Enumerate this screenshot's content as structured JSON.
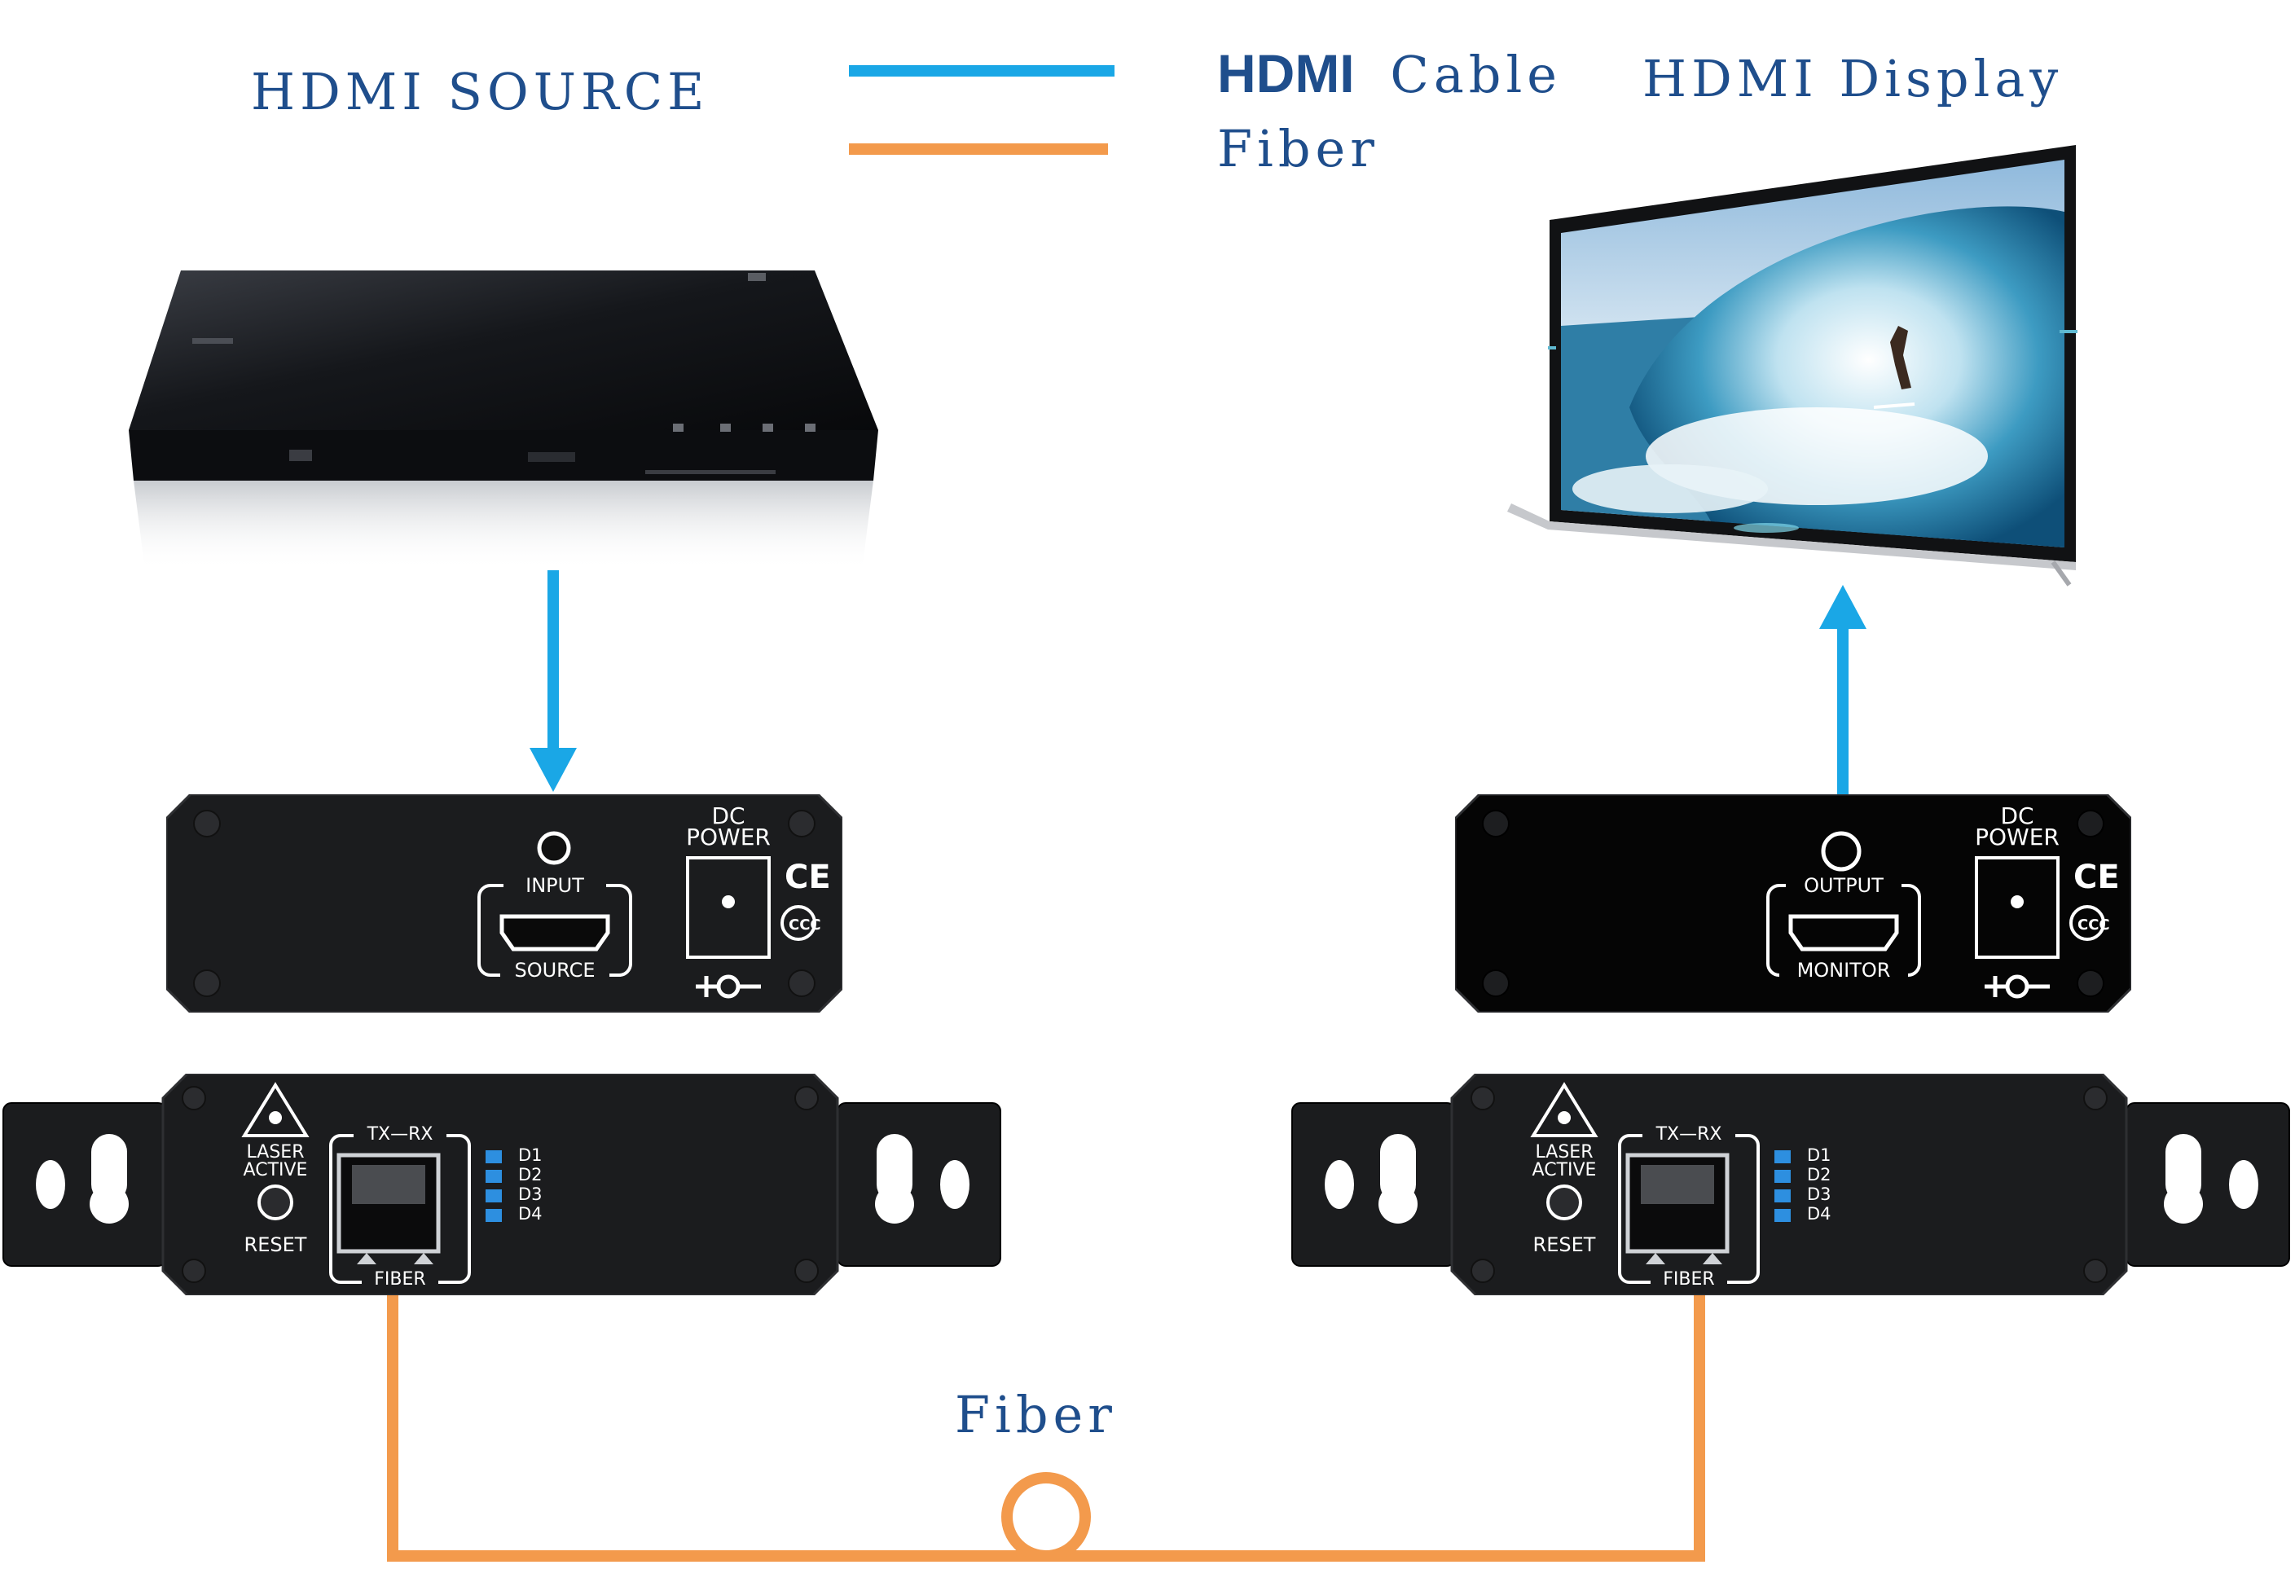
{
  "header": {
    "source_title": "HDMI SOURCE",
    "display_title": "HDMI Display"
  },
  "legend": {
    "hdmi_bold": "HDMI",
    "hdmi_rest": "Cable",
    "fiber": "Fiber",
    "hdmi_color": "#1aa7e6",
    "fiber_color": "#f39a4c"
  },
  "transmitter_hdmi_panel": {
    "dc_label_1": "DC",
    "dc_label_2": "POWER",
    "port_label": "INPUT",
    "port_sublabel": "SOURCE",
    "polarity": "+ -"
  },
  "receiver_hdmi_panel": {
    "dc_label_1": "DC",
    "dc_label_2": "POWER",
    "port_label": "OUTPUT",
    "port_sublabel": "MONITOR",
    "polarity": "+ -"
  },
  "fiber_panel": {
    "laser_label_1": "LASER",
    "laser_label_2": "ACTIVE",
    "reset_label": "RESET",
    "port_top_label": "TX—RX",
    "port_bottom_label": "FIBER",
    "leds": [
      "D1",
      "D2",
      "D3",
      "D4"
    ],
    "led_color": "#2d8fe0"
  },
  "fiber_link": {
    "label": "Fiber"
  }
}
